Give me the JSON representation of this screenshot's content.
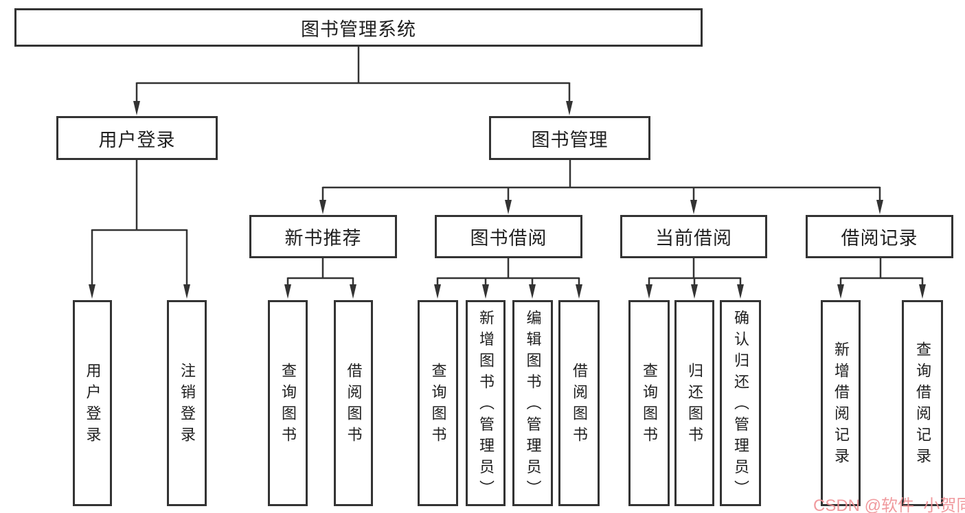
{
  "diagram": {
    "root": {
      "label": "图书管理系统"
    },
    "level1": [
      {
        "label": "用户登录"
      },
      {
        "label": "图书管理"
      }
    ],
    "level2": [
      {
        "label": "新书推荐"
      },
      {
        "label": "图书借阅"
      },
      {
        "label": "当前借阅"
      },
      {
        "label": "借阅记录"
      }
    ],
    "level3": [
      {
        "label": "用户登录"
      },
      {
        "label": "注销登录"
      },
      {
        "label": "查询图书"
      },
      {
        "label": "借阅图书"
      },
      {
        "label": "查询图书"
      },
      {
        "label": "新增图书（管理员）"
      },
      {
        "label": "编辑图书（管理员）"
      },
      {
        "label": "借阅图书"
      },
      {
        "label": "查询图书"
      },
      {
        "label": "归还图书"
      },
      {
        "label": "确认归还（管理员）"
      },
      {
        "label": "新增借阅记录"
      },
      {
        "label": "查询借阅记录"
      }
    ],
    "watermark": "CSDN @软件_小贺同学",
    "colors": {
      "line": "#333333",
      "text": "#1f1f1f",
      "watermark": "#ee8f94",
      "background": "#ffffff"
    }
  }
}
